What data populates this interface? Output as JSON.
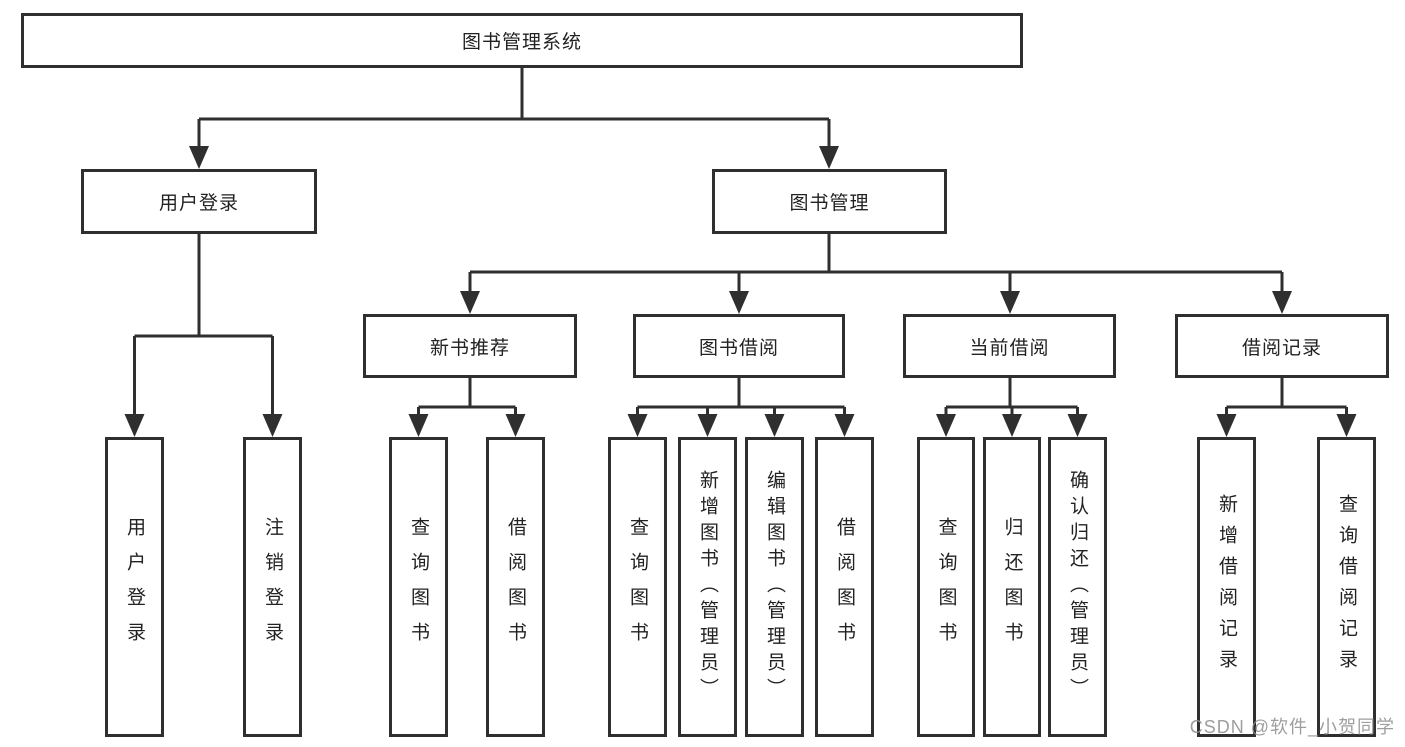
{
  "diagram": {
    "root": {
      "label": "图书管理系统"
    },
    "branches": [
      {
        "label": "用户登录",
        "children": [
          {
            "label": "用户登录"
          },
          {
            "label": "注销登录"
          }
        ]
      },
      {
        "label": "图书管理",
        "children": [
          {
            "label": "新书推荐",
            "children": [
              {
                "label": "查询图书"
              },
              {
                "label": "借阅图书"
              }
            ]
          },
          {
            "label": "图书借阅",
            "children": [
              {
                "label": "查询图书"
              },
              {
                "label": "新增图书（管理员）"
              },
              {
                "label": "编辑图书（管理员）"
              },
              {
                "label": "借阅图书"
              }
            ]
          },
          {
            "label": "当前借阅",
            "children": [
              {
                "label": "查询图书"
              },
              {
                "label": "归还图书"
              },
              {
                "label": "确认归还（管理员）"
              }
            ]
          },
          {
            "label": "借阅记录",
            "children": [
              {
                "label": "新增借阅记录"
              },
              {
                "label": "查询借阅记录"
              }
            ]
          }
        ]
      }
    ],
    "line_color": "#2f2f2f"
  },
  "watermark": {
    "text": "CSDN @软件_小贺同学"
  }
}
